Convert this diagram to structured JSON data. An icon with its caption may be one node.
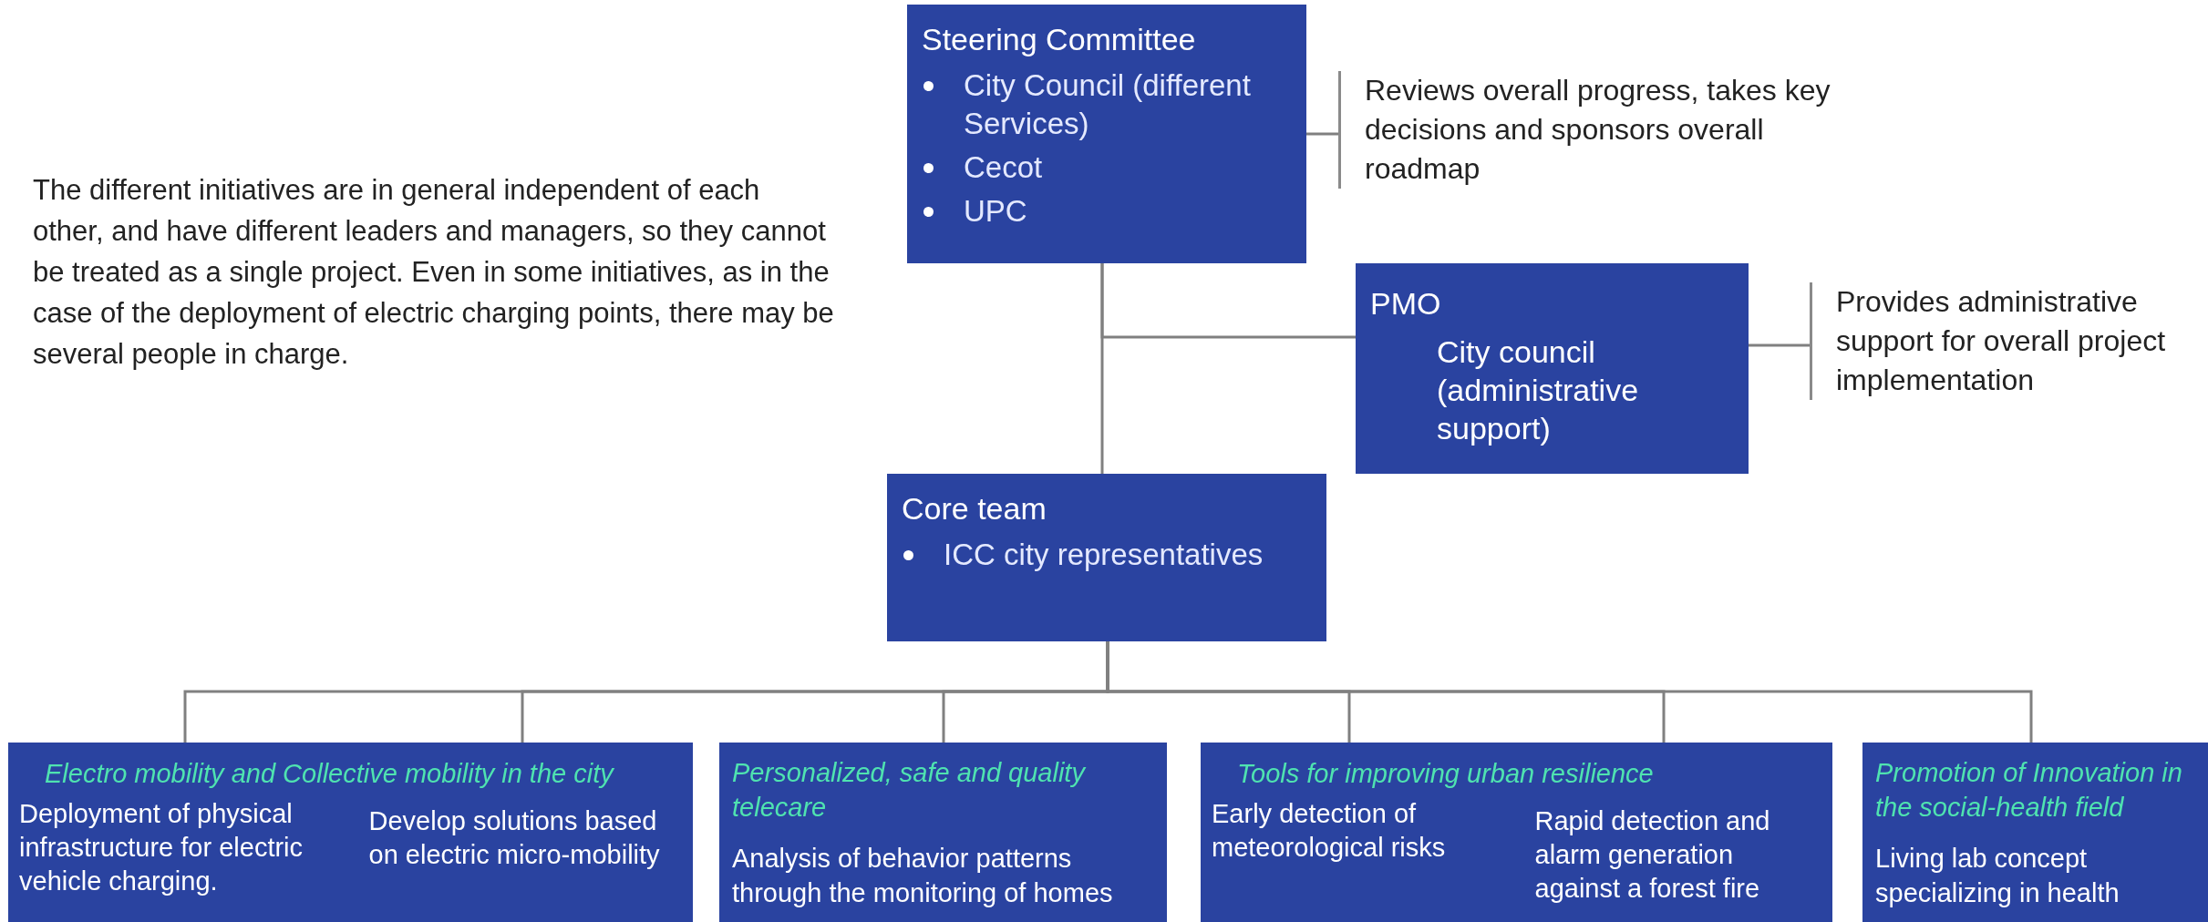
{
  "diagram": {
    "nodes": [
      {
        "text": [
          "Steering Committee",
          "City Council (different Services)",
          "Cecot",
          "UPC"
        ]
      },
      {
        "text": [
          "Reviews overall progress, takes key decisions and sponsors overall roadmap"
        ]
      },
      {
        "text": [
          "PMO",
          "City council (administrative support)"
        ]
      },
      {
        "text": [
          "Provides administrative support for overall project implementation"
        ]
      },
      {
        "text": [
          "Core team",
          "ICC city representatives"
        ]
      },
      {
        "text": [
          "Electro mobility and Collective mobility in the city",
          "Deployment of physical infrastructure for electric vehicle charging.",
          "Develop solutions based on electric micro-mobility"
        ]
      },
      {
        "text": [
          "Personalized, safe and quality telecare",
          "Analysis of behavior patterns through the monitoring of homes"
        ]
      },
      {
        "text": [
          "Tools for improving urban resilience",
          "Early detection of meteorological risks",
          "Rapid detection and alarm generation against a forest fire"
        ]
      },
      {
        "text": [
          "Promotion of Innovation in the social-health field",
          "Living lab concept specializing in health"
        ]
      }
    ],
    "edges": [
      {
        "from": 0,
        "to": 1,
        "arrow": "none"
      },
      {
        "from": 0,
        "to": 2,
        "arrow": "none"
      },
      {
        "from": 0,
        "to": 4,
        "arrow": "none"
      },
      {
        "from": 2,
        "to": 3,
        "arrow": "none"
      },
      {
        "from": 4,
        "to": 5,
        "arrow": "none"
      },
      {
        "from": 4,
        "to": 5,
        "arrow": "none"
      },
      {
        "from": 4,
        "to": 6,
        "arrow": "none"
      },
      {
        "from": 4,
        "to": 7,
        "arrow": "none"
      },
      {
        "from": 4,
        "to": 7,
        "arrow": "none"
      },
      {
        "from": 4,
        "to": 8,
        "arrow": "none"
      }
    ],
    "labels": [
      "The different initiatives are in general independent of each other, and have different leaders and managers, so they cannot be treated as a single project. Even in some initiatives, as in the case of the deployment of electric charging points, there may be several people in charge."
    ]
  }
}
